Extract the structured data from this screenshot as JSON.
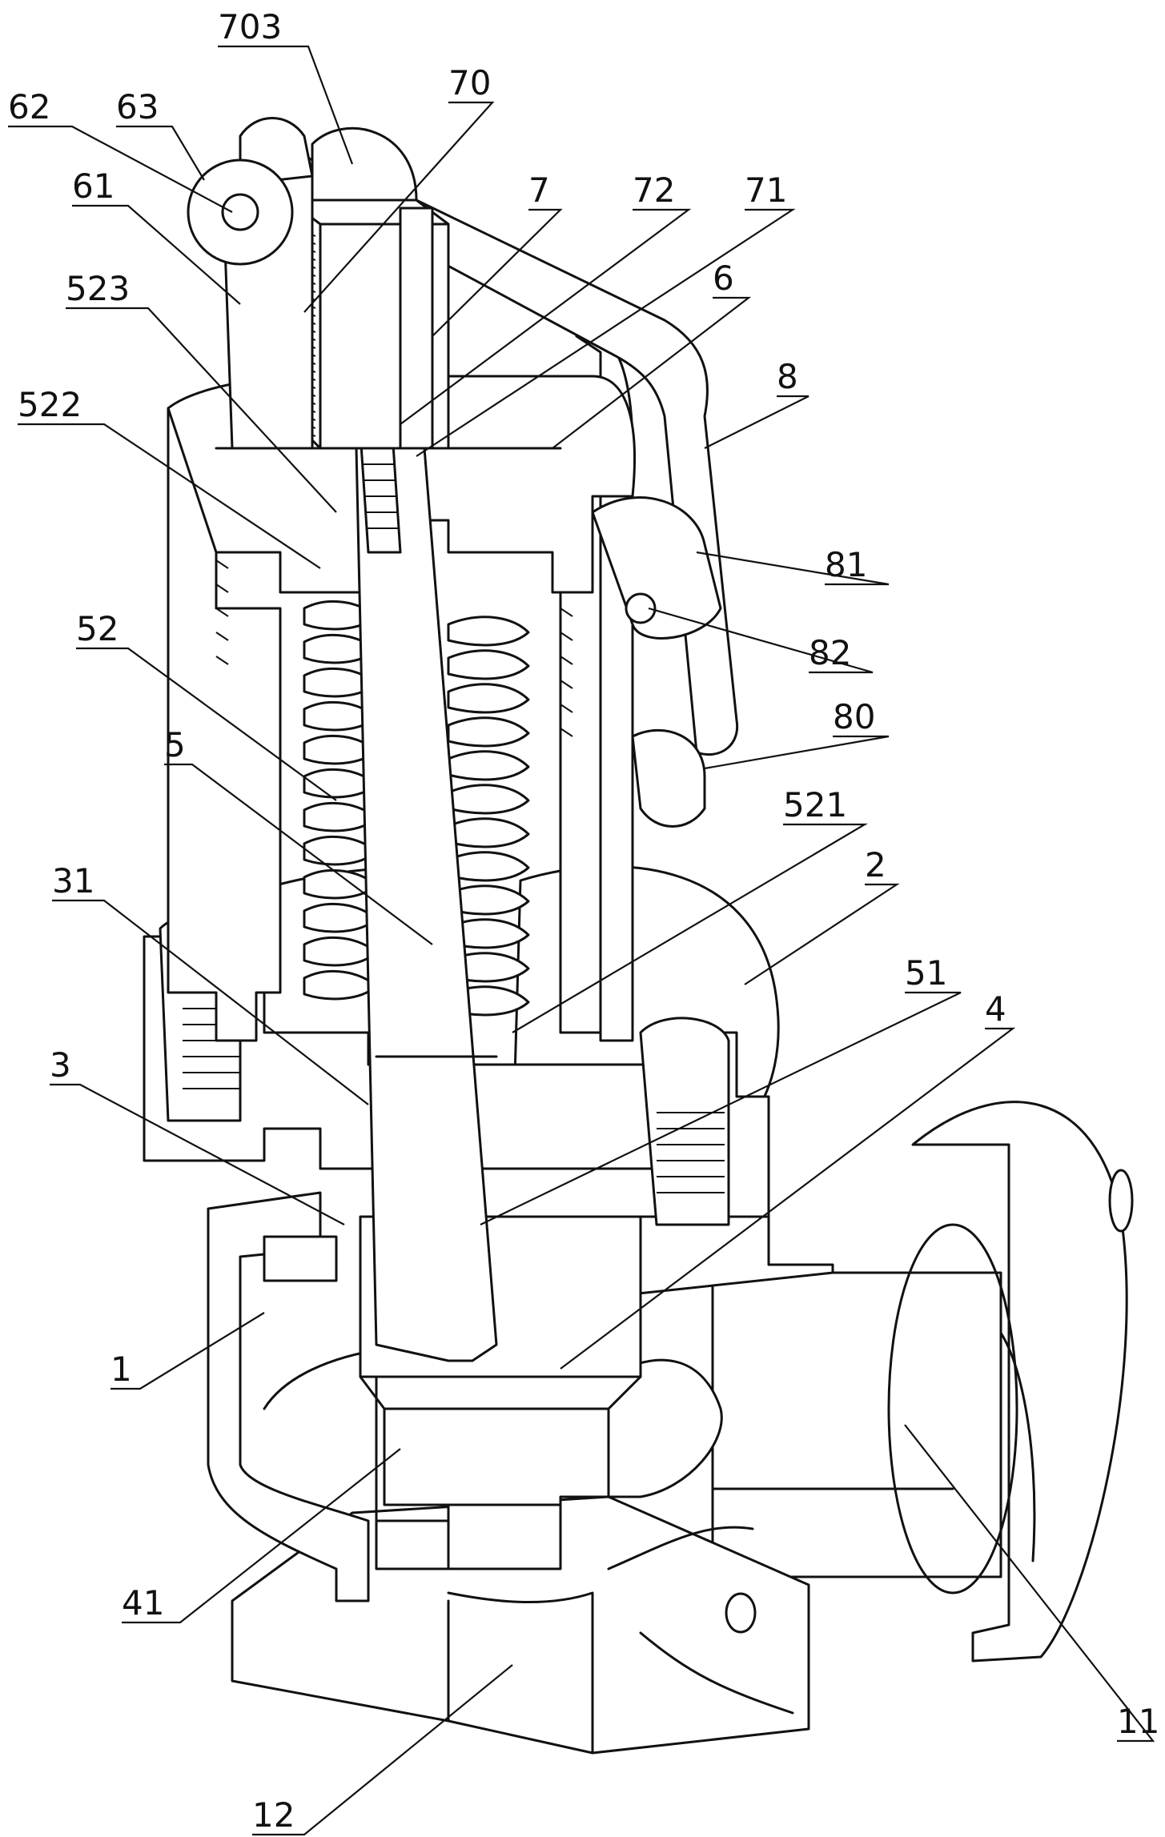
{
  "callouts": [
    {
      "id": "703",
      "label": "703"
    },
    {
      "id": "70",
      "label": "70"
    },
    {
      "id": "62",
      "label": "62"
    },
    {
      "id": "63",
      "label": "63"
    },
    {
      "id": "61",
      "label": "61"
    },
    {
      "id": "7",
      "label": "7"
    },
    {
      "id": "72",
      "label": "72"
    },
    {
      "id": "71",
      "label": "71"
    },
    {
      "id": "523",
      "label": "523"
    },
    {
      "id": "6",
      "label": "6"
    },
    {
      "id": "522",
      "label": "522"
    },
    {
      "id": "8",
      "label": "8"
    },
    {
      "id": "81",
      "label": "81"
    },
    {
      "id": "82",
      "label": "82"
    },
    {
      "id": "52",
      "label": "52"
    },
    {
      "id": "80",
      "label": "80"
    },
    {
      "id": "5",
      "label": "5"
    },
    {
      "id": "521",
      "label": "521"
    },
    {
      "id": "2",
      "label": "2"
    },
    {
      "id": "31",
      "label": "31"
    },
    {
      "id": "51",
      "label": "51"
    },
    {
      "id": "4",
      "label": "4"
    },
    {
      "id": "3",
      "label": "3"
    },
    {
      "id": "1",
      "label": "1"
    },
    {
      "id": "41",
      "label": "41"
    },
    {
      "id": "11",
      "label": "11"
    },
    {
      "id": "12",
      "label": "12"
    }
  ]
}
